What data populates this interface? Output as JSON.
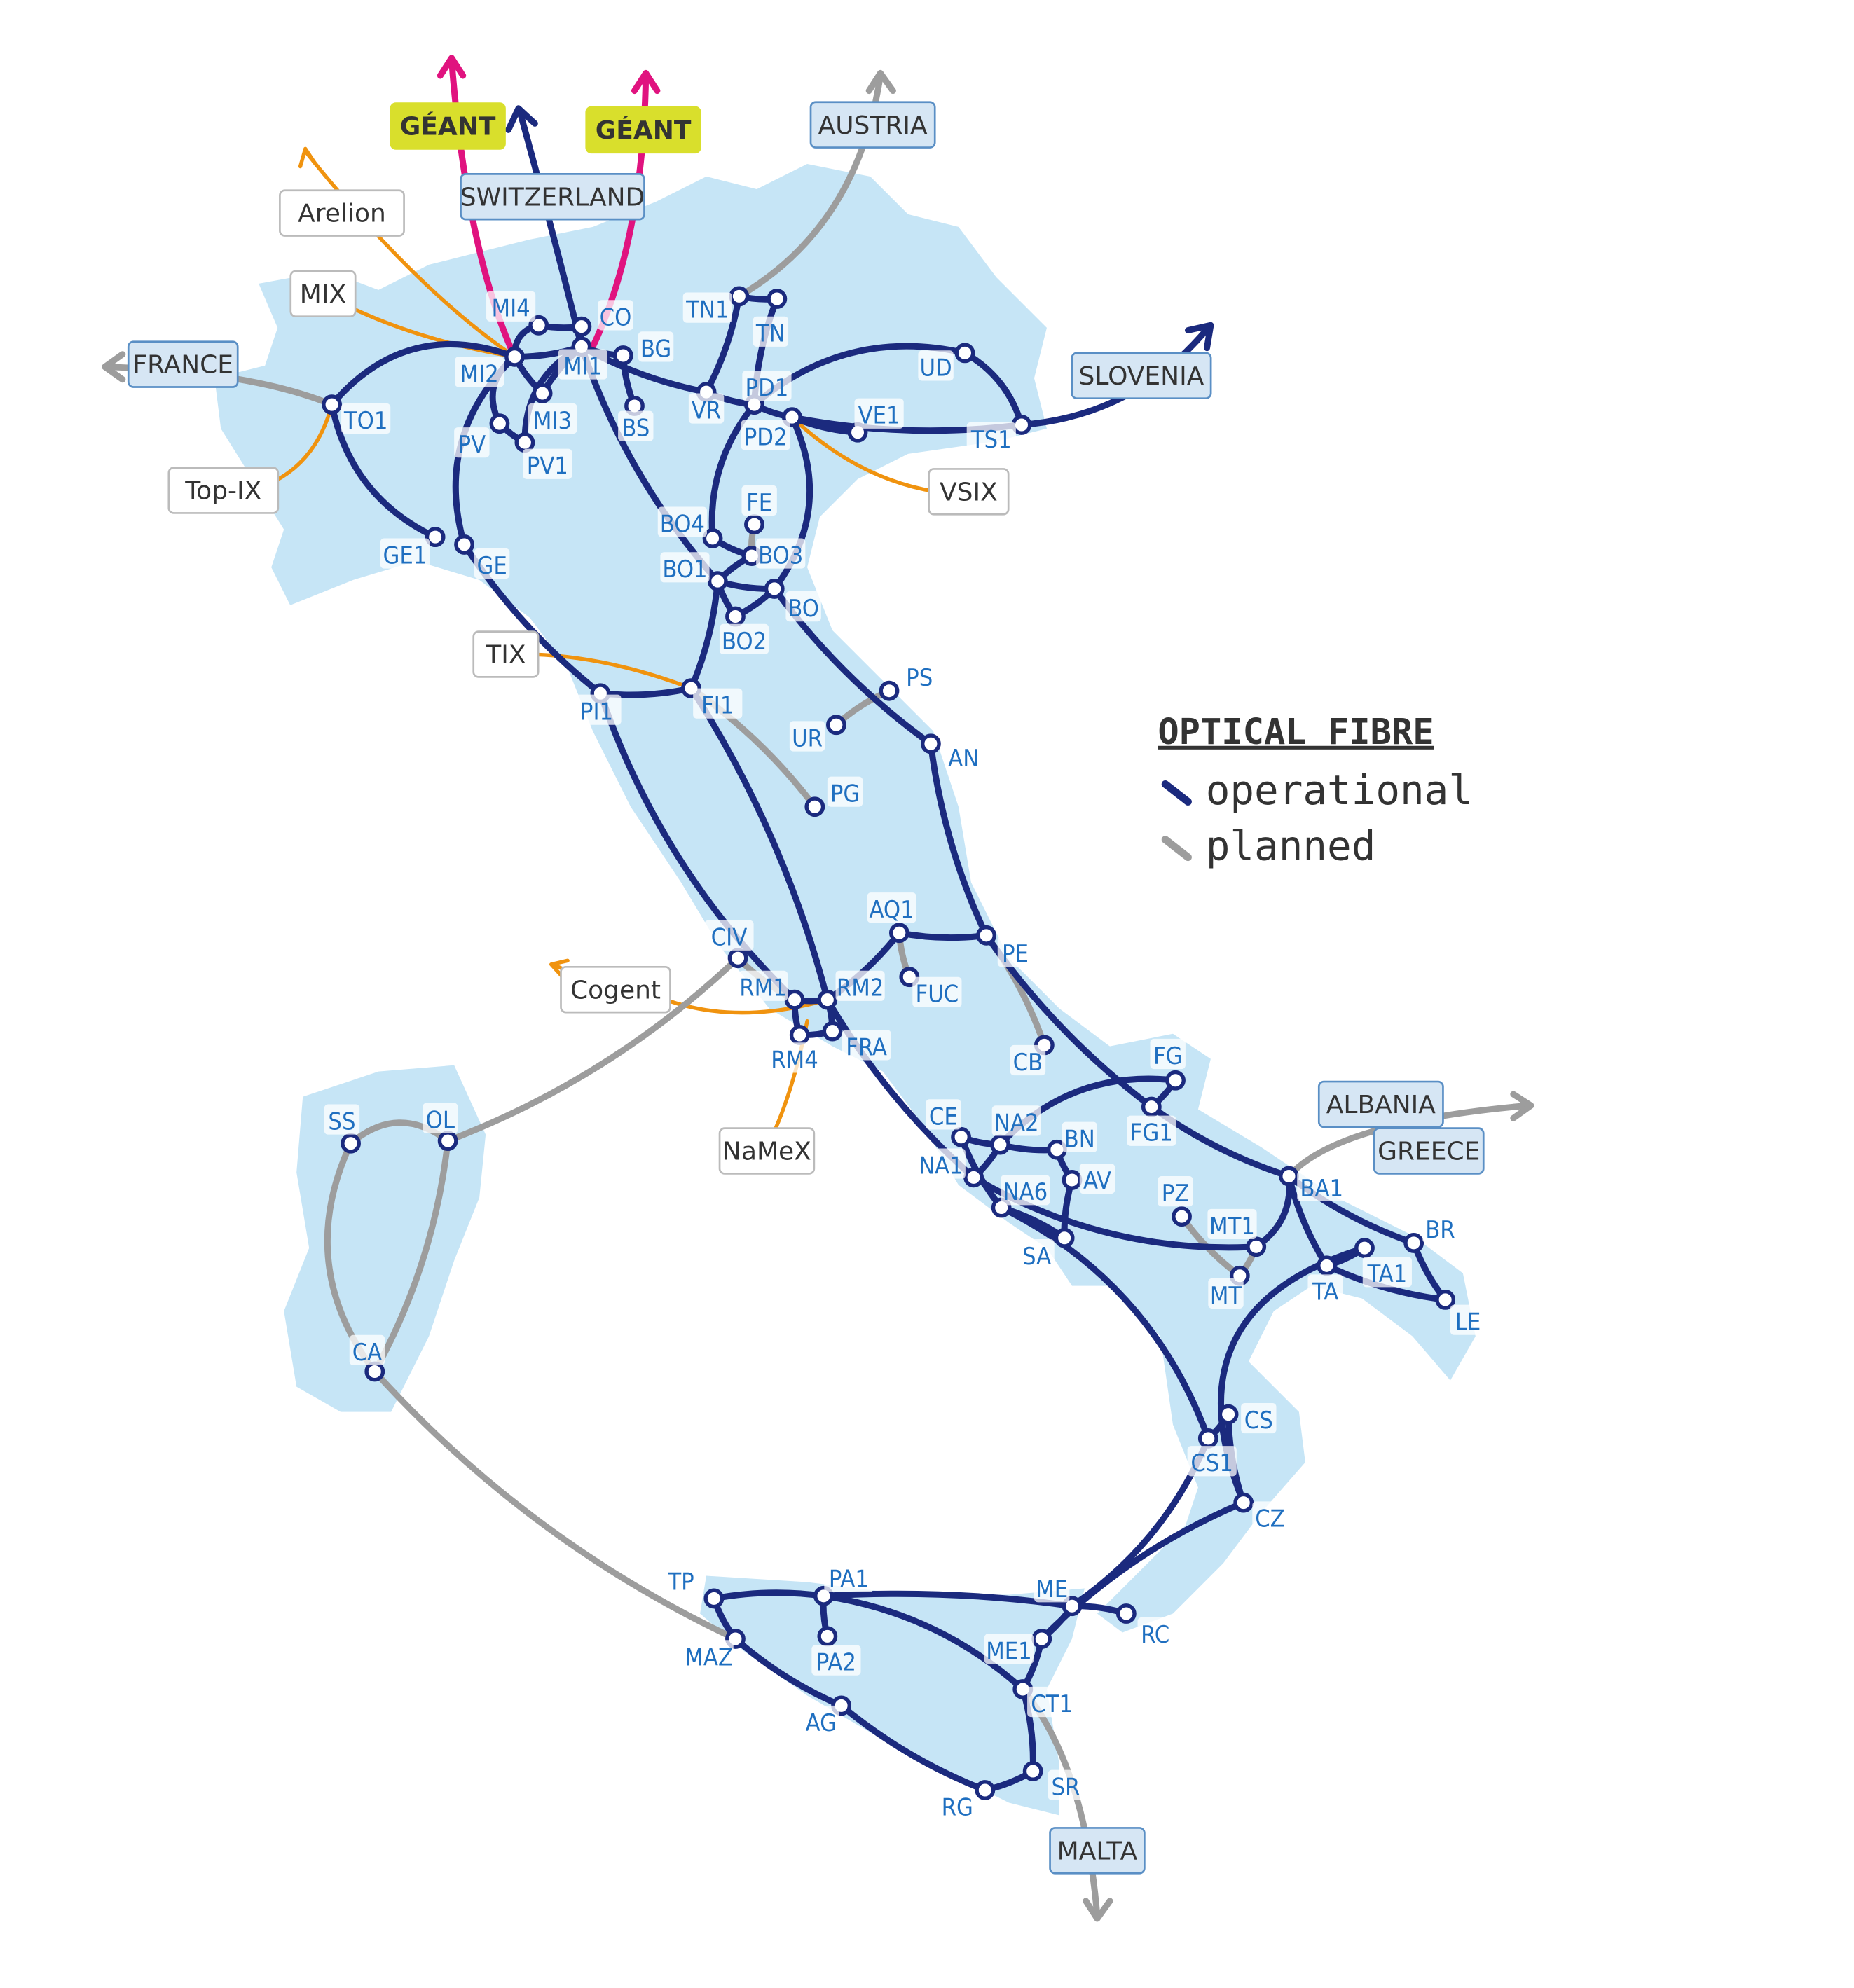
{
  "legend": {
    "title": "OPTICAL FIBRE",
    "operational": "operational",
    "planned": "planned"
  },
  "colors": {
    "land": "#c6e5f6",
    "operational": "#1b2a7e",
    "planned": "#9d9d9d",
    "geant": "#e0137f",
    "ixp": "#f0930f",
    "label": "#1f6fc0",
    "geant_tag": "#d9df2c",
    "country_tag": "#d6e6f4"
  },
  "nodes": [
    "TO1",
    "MI2",
    "MI4",
    "CO",
    "MI1",
    "BG",
    "MI3",
    "PV",
    "PV1",
    "BS",
    "VR",
    "TN1",
    "TN",
    "PD1",
    "PD2",
    "VE1",
    "UD",
    "TS1",
    "FE",
    "BO4",
    "BO3",
    "BO1",
    "BO",
    "BO2",
    "GE1",
    "GE",
    "PI1",
    "FI1",
    "PS",
    "UR",
    "AN",
    "PG",
    "AQ1",
    "PE",
    "FUC",
    "CIV",
    "RM1",
    "RM2",
    "RM4",
    "FRA",
    "CB",
    "FG",
    "FG1",
    "CE",
    "NA2",
    "NA1",
    "NA6",
    "BN",
    "AV",
    "SA",
    "PZ",
    "MT1",
    "MT",
    "BA1",
    "BR",
    "TA",
    "TA1",
    "LE",
    "CS",
    "CS1",
    "CZ",
    "SS",
    "OL",
    "CA",
    "TP",
    "MAZ",
    "PA1",
    "PA2",
    "ME",
    "ME1",
    "RC",
    "CT1",
    "AG",
    "RG",
    "SR"
  ],
  "countries": [
    "FRANCE",
    "SWITZERLAND",
    "AUSTRIA",
    "SLOVENIA",
    "ALBANIA",
    "GREECE",
    "MALTA"
  ],
  "geant": [
    "GÉANT",
    "GÉANT"
  ],
  "ixps": [
    "Arelion",
    "MIX",
    "Top-IX",
    "VSIX",
    "TIX",
    "Cogent",
    "NaMeX"
  ],
  "links": [
    [
      "TO1",
      "MI2",
      "operational"
    ],
    [
      "TO1",
      "GE1",
      "operational"
    ],
    [
      "MI2",
      "GE",
      "operational"
    ],
    [
      "GE",
      "PI1",
      "operational"
    ],
    [
      "PI1",
      "FI1",
      "operational"
    ],
    [
      "PI1",
      "RM1",
      "operational"
    ],
    [
      "FI1",
      "BO1",
      "operational"
    ],
    [
      "FI1",
      "RM2",
      "operational"
    ],
    [
      "MI2",
      "MI4",
      "operational"
    ],
    [
      "MI4",
      "CO",
      "operational"
    ],
    [
      "CO",
      "MI1",
      "operational"
    ],
    [
      "MI2",
      "MI1",
      "operational"
    ],
    [
      "MI2",
      "MI3",
      "operational"
    ],
    [
      "MI1",
      "MI3",
      "operational"
    ],
    [
      "MI2",
      "PV",
      "operational"
    ],
    [
      "PV",
      "PV1",
      "operational"
    ],
    [
      "PV1",
      "MI1",
      "operational"
    ],
    [
      "MI1",
      "BG",
      "operational"
    ],
    [
      "BG",
      "BS",
      "operational"
    ],
    [
      "MI1",
      "VR",
      "operational"
    ],
    [
      "VR",
      "TN1",
      "operational"
    ],
    [
      "TN1",
      "TN",
      "operational"
    ],
    [
      "TN",
      "PD1",
      "operational"
    ],
    [
      "VR",
      "PD1",
      "operational"
    ],
    [
      "PD1",
      "PD2",
      "operational"
    ],
    [
      "PD2",
      "VE1",
      "operational"
    ],
    [
      "PD2",
      "TS1",
      "operational"
    ],
    [
      "PD1",
      "UD",
      "operational"
    ],
    [
      "UD",
      "TS1",
      "operational"
    ],
    [
      "PD2",
      "BO",
      "operational"
    ],
    [
      "PD1",
      "BO4",
      "operational"
    ],
    [
      "BO4",
      "BO3",
      "operational"
    ],
    [
      "BO1",
      "BO",
      "operational"
    ],
    [
      "BO1",
      "BO2",
      "operational"
    ],
    [
      "BO2",
      "BO",
      "operational"
    ],
    [
      "BO3",
      "BO1",
      "operational"
    ],
    [
      "MI1",
      "BO1",
      "operational"
    ],
    [
      "BO",
      "AN",
      "operational"
    ],
    [
      "AN",
      "PE",
      "operational"
    ],
    [
      "RM2",
      "AQ1",
      "operational"
    ],
    [
      "AQ1",
      "PE",
      "operational"
    ],
    [
      "PE",
      "FG1",
      "operational"
    ],
    [
      "FG1",
      "FG",
      "operational"
    ],
    [
      "FG1",
      "BA1",
      "operational"
    ],
    [
      "FG",
      "NA2",
      "operational"
    ],
    [
      "BA1",
      "MT1",
      "operational"
    ],
    [
      "BA1",
      "TA",
      "operational"
    ],
    [
      "BA1",
      "BR",
      "operational"
    ],
    [
      "BR",
      "LE",
      "operational"
    ],
    [
      "TA",
      "LE",
      "operational"
    ],
    [
      "TA",
      "TA1",
      "operational"
    ],
    [
      "TA1",
      "CZ",
      "operational"
    ],
    [
      "CS",
      "CZ",
      "operational"
    ],
    [
      "NA1",
      "MT1",
      "operational"
    ],
    [
      "SA",
      "NA6",
      "operational"
    ],
    [
      "NA6",
      "CS1",
      "operational"
    ],
    [
      "CS1",
      "ME",
      "operational"
    ],
    [
      "CZ",
      "ME1",
      "operational"
    ],
    [
      "RC",
      "ME",
      "operational"
    ],
    [
      "ME",
      "PA1",
      "operational"
    ],
    [
      "PA1",
      "PA2",
      "operational"
    ],
    [
      "PA1",
      "TP",
      "operational"
    ],
    [
      "TP",
      "MAZ",
      "operational"
    ],
    [
      "MAZ",
      "AG",
      "operational"
    ],
    [
      "AG",
      "RG",
      "operational"
    ],
    [
      "RG",
      "SR",
      "operational"
    ],
    [
      "SR",
      "CT1",
      "operational"
    ],
    [
      "CT1",
      "PA1",
      "operational"
    ],
    [
      "CT1",
      "ME1",
      "operational"
    ],
    [
      "ME1",
      "ME",
      "operational"
    ],
    [
      "RM1",
      "RM2",
      "operational"
    ],
    [
      "RM1",
      "RM4",
      "operational"
    ],
    [
      "RM4",
      "FRA",
      "operational"
    ],
    [
      "FRA",
      "RM2",
      "operational"
    ],
    [
      "RM2",
      "NA1",
      "operational"
    ],
    [
      "CE",
      "NA2",
      "operational"
    ],
    [
      "NA1",
      "NA2",
      "operational"
    ],
    [
      "CE",
      "NA6",
      "operational"
    ],
    [
      "NA2",
      "BN",
      "operational"
    ],
    [
      "BN",
      "AV",
      "operational"
    ],
    [
      "AV",
      "SA",
      "operational"
    ],
    [
      "CS1",
      "CS",
      "operational"
    ],
    [
      "FE",
      "BO3",
      "planned"
    ],
    [
      "PS",
      "UR",
      "planned"
    ],
    [
      "PG",
      "FI1",
      "planned"
    ],
    [
      "AQ1",
      "FUC",
      "planned"
    ],
    [
      "CB",
      "PE",
      "planned"
    ],
    [
      "PZ",
      "MT",
      "planned"
    ],
    [
      "MT",
      "MT1",
      "planned"
    ],
    [
      "SS",
      "CA",
      "planned"
    ],
    [
      "OL",
      "CA",
      "planned"
    ],
    [
      "SS",
      "OL",
      "planned"
    ],
    [
      "OL",
      "CIV",
      "planned"
    ],
    [
      "CA",
      "MAZ",
      "planned"
    ],
    [
      "CIV",
      "RM1",
      "planned"
    ]
  ]
}
